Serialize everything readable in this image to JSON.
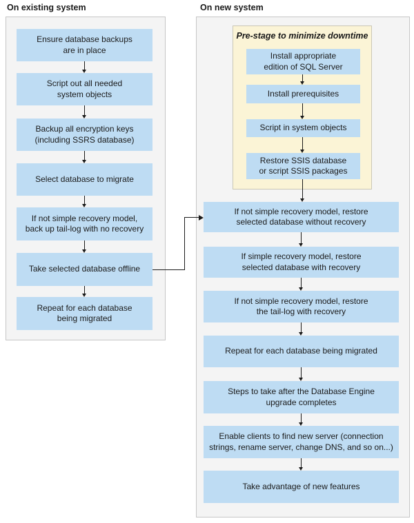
{
  "existing_system": {
    "title": "On existing system",
    "steps": [
      "Ensure database backups\nare in place",
      "Script out all needed\nsystem objects",
      "Backup all encryption keys\n(including SSRS database)",
      "Select database to migrate",
      "If not simple recovery model,\nback up tail-log with no recovery",
      "Take selected database offline",
      "Repeat for each database\nbeing migrated"
    ]
  },
  "new_system": {
    "title": "On new system",
    "prestage": {
      "title": "Pre-stage to minimize downtime",
      "steps": [
        "Install appropriate\nedition of SQL Server",
        "Install prerequisites",
        "Script in system objects",
        "Restore SSIS database\nor script SSIS packages"
      ]
    },
    "steps": [
      "If not simple recovery model, restore\nselected database without recovery",
      "If simple recovery model, restore\nselected database with recovery",
      "If not simple recovery model, restore\nthe tail-log with recovery",
      "Repeat for each database being migrated",
      "Steps to take after the Database Engine\nupgrade completes",
      "Enable clients to find new server (connection\nstrings, rename server, change DNS, and so on...)",
      "Take advantage of new features"
    ]
  },
  "colors": {
    "step_fill": "#BEDCF3",
    "panel_fill": "#F4F4F4",
    "panel_border": "#C6C6C6",
    "prestage_fill": "#FBF4D6",
    "prestage_border": "#CBC7B5",
    "arrow": "#1A1A1A",
    "text": "#1A1A1A"
  }
}
